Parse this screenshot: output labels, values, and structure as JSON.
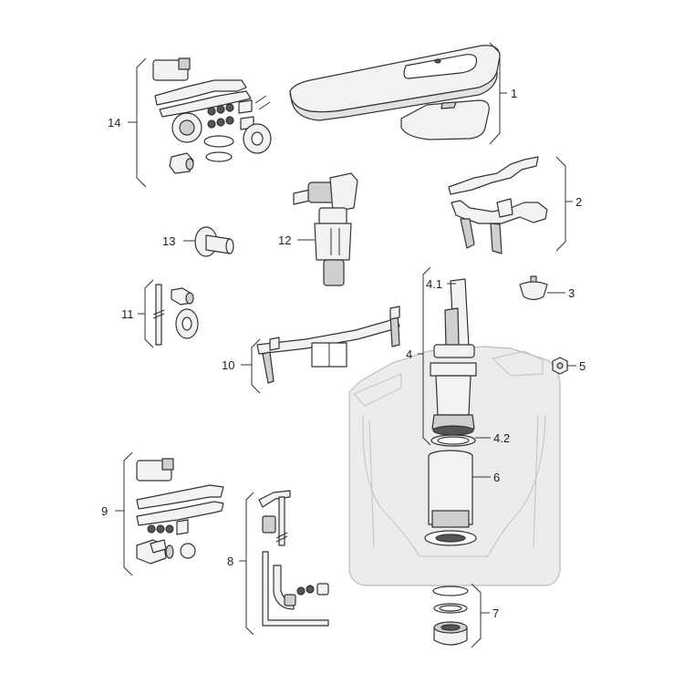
{
  "callouts": {
    "c1": "1",
    "c2": "2",
    "c3": "3",
    "c4": "4",
    "c41": "4.1",
    "c42": "4.2",
    "c5": "5",
    "c6": "6",
    "c7": "7",
    "c8": "8",
    "c9": "9",
    "c10": "10",
    "c11": "11",
    "c12": "12",
    "c13": "13",
    "c14": "14"
  },
  "colors": {
    "line": "#333333",
    "part_fill": "#f2f2f2",
    "cistern_ghost": "#ececec",
    "dark_part": "#555555"
  }
}
